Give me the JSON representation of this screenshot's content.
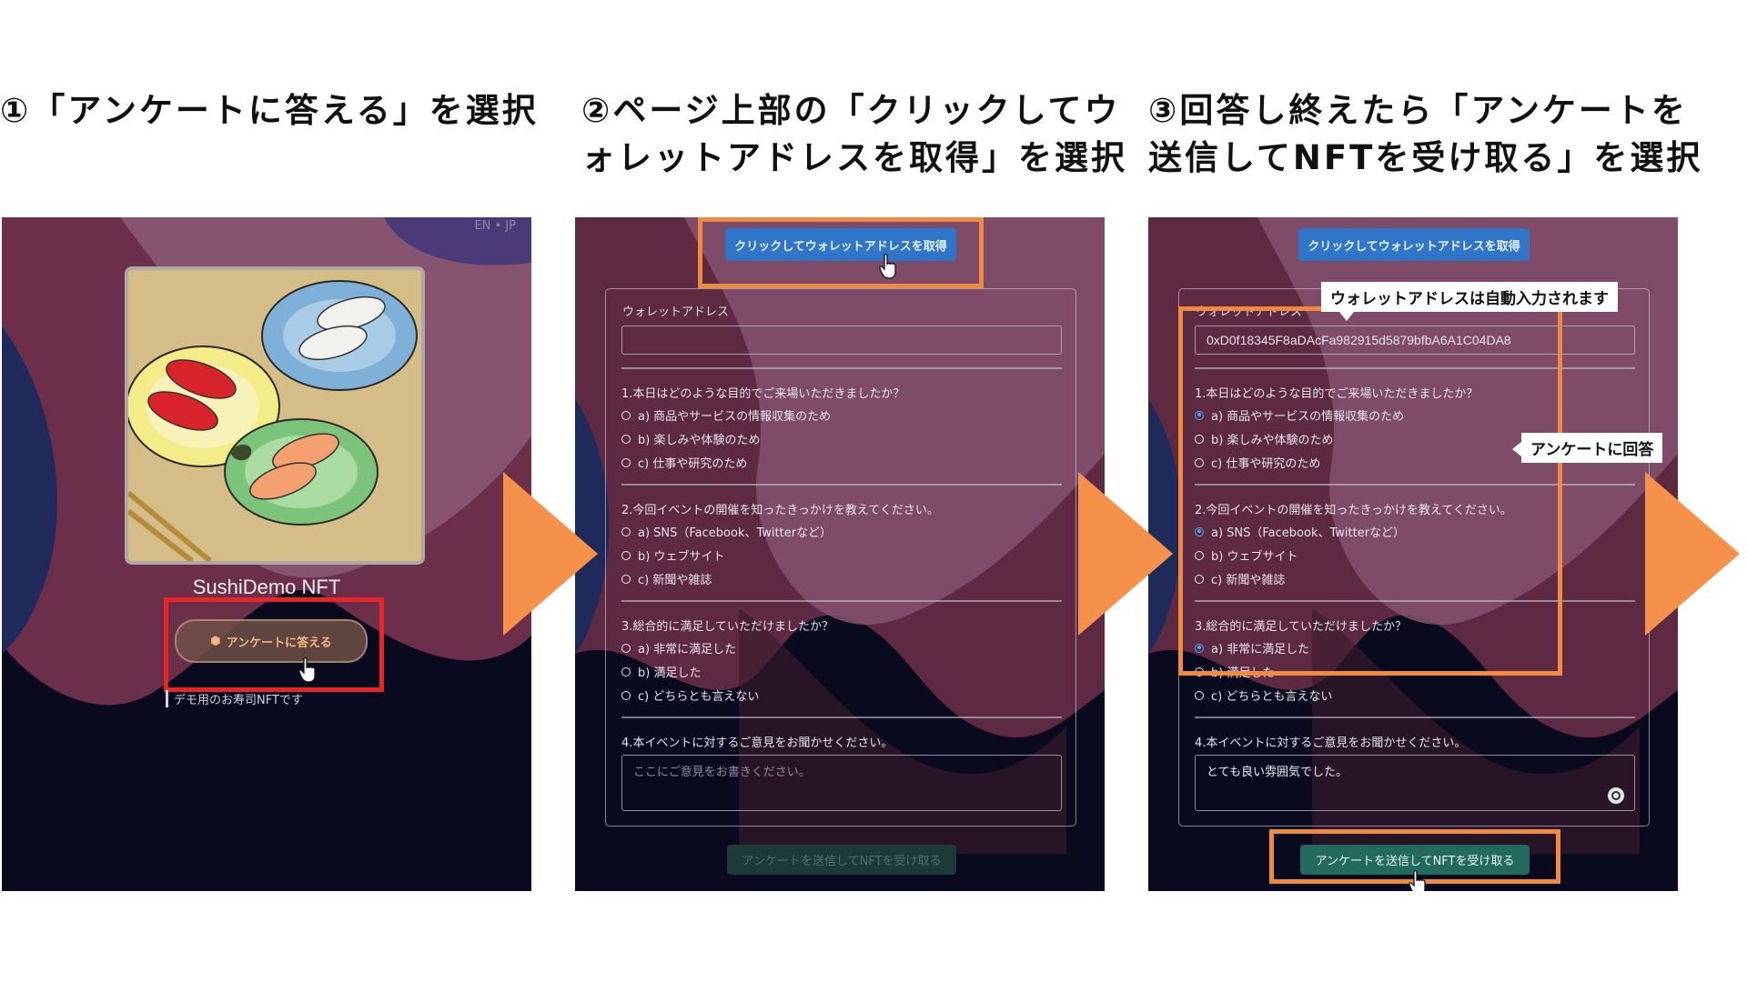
{
  "steps": [
    {
      "title_line1": "①「アンケートに答える」を選択",
      "title_line2": ""
    },
    {
      "title_line1": "②ページ上部の「クリックしてウ",
      "title_line2": "ォレットアドレスを取得」を選択"
    },
    {
      "title_line1": "③回答し終えたら「アンケートを",
      "title_line2": "送信してNFTを受け取る」を選択"
    }
  ],
  "panel1": {
    "lang": "EN • JP",
    "nft_name": "SushiDemo NFT",
    "answer_button": "アンケートに答える",
    "description": "デモ用のお寿司NFTです"
  },
  "form": {
    "get_wallet_button": "クリックしてウォレットアドレスを取得",
    "wallet_label": "ウォレットアドレス",
    "wallet_value_filled": "0xD0f18345F8aDAcFa982915d5879bfbA6A1C04DA8",
    "questions": [
      {
        "q": "1.本日はどのような目的でご来場いただきましたか？",
        "options": [
          "a) 商品やサービスの情報収集のため",
          "b) 楽しみや体験のため",
          "c) 仕事や研究のため"
        ]
      },
      {
        "q": "2.今回イベントの開催を知ったきっかけを教えてください。",
        "options": [
          "a) SNS（Facebook、Twitterなど）",
          "b) ウェブサイト",
          "c) 新聞や雑誌"
        ]
      },
      {
        "q": "3.総合的に満足していただけましたか？",
        "options": [
          "a) 非常に満足した",
          "b) 満足した",
          "c) どちらとも言えない"
        ]
      }
    ],
    "q4": "4.本イベントに対するご意見をお聞かせください。",
    "q4_placeholder": "ここにご意見をお書きください。",
    "q4_answer": "とても良い雰囲気でした。",
    "submit_button": "アンケートを送信してNFTを受け取る"
  },
  "callouts": {
    "wallet_auto": "ウォレットアドレスは自動入力されます",
    "answer": "アンケートに回答"
  },
  "colors": {
    "arrow": "#f5914a",
    "highlight_orange": "#f08a40",
    "highlight_red": "#e8262a",
    "primary_button": "#2f76c9",
    "submit_enabled": "#226a5e"
  }
}
